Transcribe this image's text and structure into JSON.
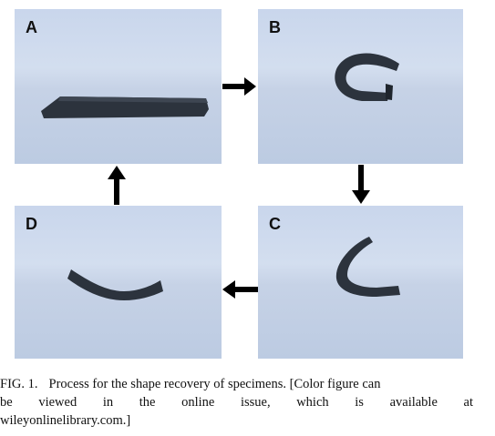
{
  "panels": {
    "a": {
      "label": "A"
    },
    "b": {
      "label": "B"
    },
    "c": {
      "label": "C"
    },
    "d": {
      "label": "D"
    }
  },
  "caption": {
    "fig_id": "FIG. 1.",
    "line1": "Process for the shape recovery of specimens. [Color figure can",
    "line2": "be viewed in the online issue, which is available at",
    "line3": "wileyonlinelibrary.com.]"
  },
  "colors": {
    "specimen": "#2c333d",
    "arrow": "#000000"
  }
}
